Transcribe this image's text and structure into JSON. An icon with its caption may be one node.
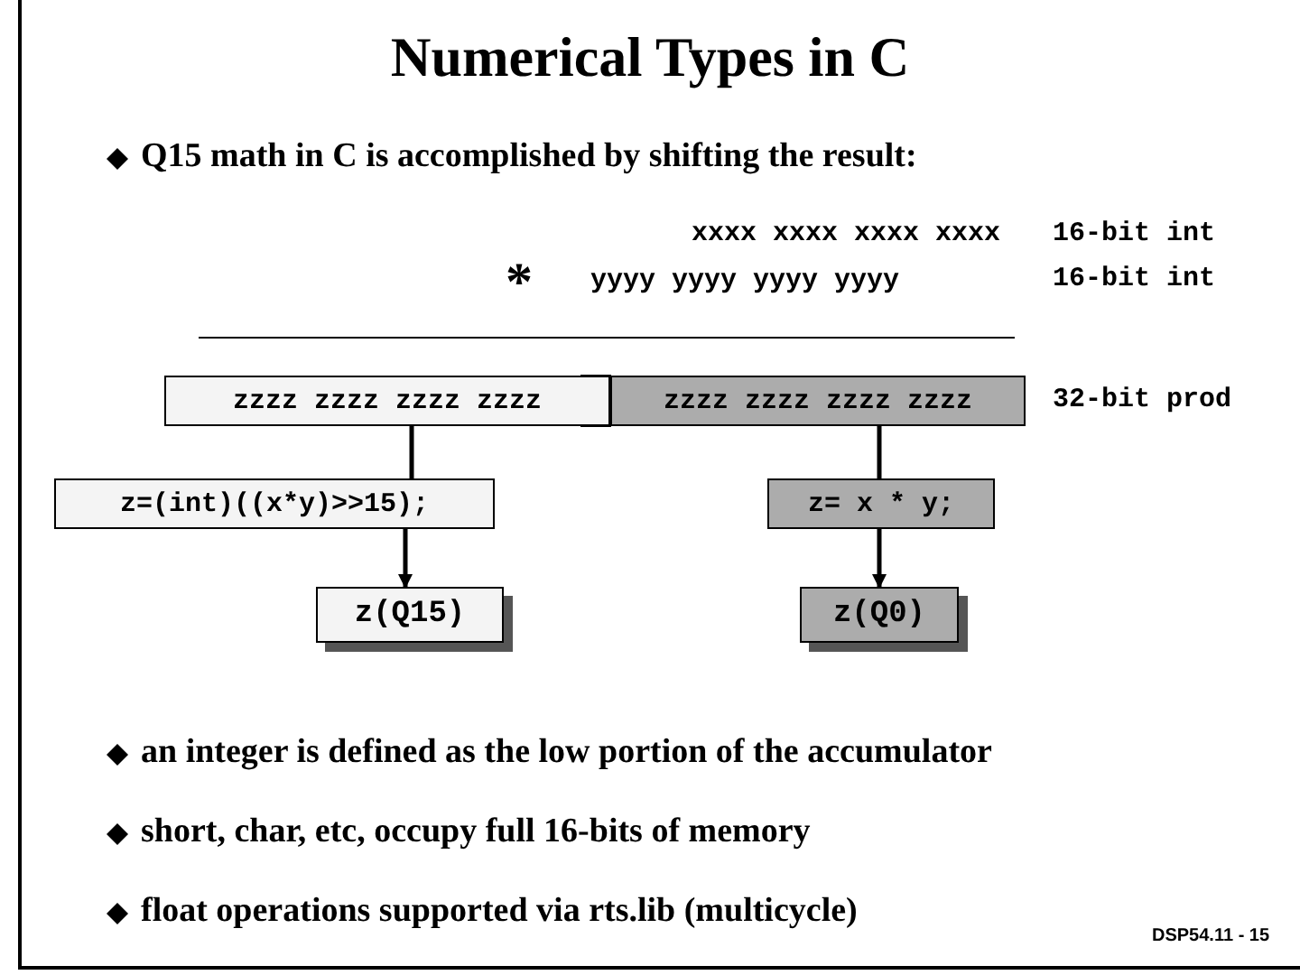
{
  "diagram": {
    "title": "Numerical Types in C",
    "nodes": [
      {
        "text": [
          "zzzz zzzz zzzz zzzz"
        ]
      },
      {
        "text": [
          "zzzz zzzz zzzz zzzz"
        ],
        "beside": [
          "32-bit prod"
        ]
      },
      {
        "text": [
          "z=(int)((x*y)>>15);"
        ]
      },
      {
        "text": [
          "z= x * y;"
        ]
      },
      {
        "text": [
          "z(Q15)"
        ]
      },
      {
        "text": [
          "z(Q0)"
        ]
      }
    ],
    "edges": [
      {
        "from": 0,
        "to": 2,
        "arrow": "none"
      },
      {
        "from": 2,
        "to": 4,
        "arrow": "to"
      },
      {
        "from": 1,
        "to": 3,
        "arrow": "none"
      },
      {
        "from": 3,
        "to": 5,
        "arrow": "to"
      }
    ],
    "labels": [
      "Q15 math in C is accomplished by shifting the result:",
      "xxxx xxxx xxxx xxxx",
      "16-bit int",
      "*",
      "yyyy yyyy yyyy yyyy",
      "16-bit int",
      "an integer is defined as the low portion of the accumulator",
      "short, char, etc, occupy full 16-bits of memory",
      "float operations supported via rts.lib (multicycle)",
      "DSP54.11 - 15"
    ]
  }
}
